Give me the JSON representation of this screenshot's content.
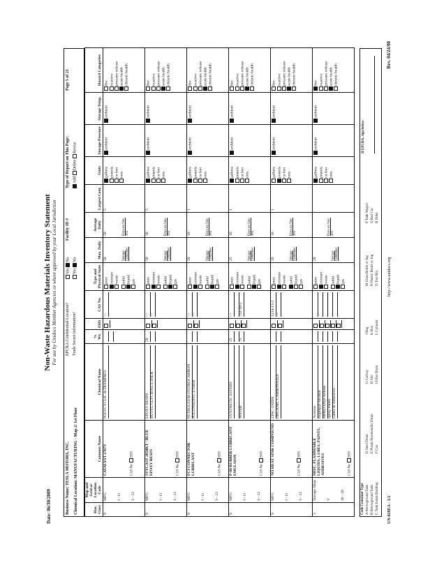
{
  "header": {
    "date": "Date: 06/30/2009",
    "title": "Non-Waste Hazardous Materials Inventory Statement",
    "subtitle": "For use by Unidocs Member Agencies or where approved by your Local Jurisdiction",
    "business_name": "Business Name: TESLA MOTORS, INC.",
    "chemical_location": "Chemical Location: MANUFACTURING - Map 2/ 1st Floor",
    "epcra_confidential": "EPCRA Confidential Location?",
    "trade_secret": "Trade Secret Information?",
    "yes": "Yes",
    "no": "No",
    "facility_id": "Facility ID #",
    "type_of_report": "Type of Report on This Page:",
    "add": "Add",
    "delete": "Delete",
    "revise": "Revise",
    "page": "Page 5 of 21"
  },
  "columns": {
    "c1": "Haz. Class",
    "c2": "Map and Grid or Location Code",
    "c3": "Common Name",
    "c4": "Hazardous Components (For mixtures only)",
    "c4a": "Chemical Name",
    "c4b": "% Wt.",
    "c4c": "EHS",
    "c4d": "CAS No.",
    "c5": "Type and Physical State",
    "c6": "Quantities",
    "c6a": "Max. Daily",
    "c6b": "Average Daily",
    "c6c": "Largest Cont.",
    "c7": "Units",
    "c8": "Storage Codes",
    "c8a": "Storage Pressure",
    "c8b": "Storage Temp.",
    "c9": "Hazard Categories"
  },
  "rows": [
    {
      "haz": "9",
      "map": "MFG",
      "grid": "J - O",
      "grid2": "3 - 12",
      "name": "CATALYST 2707V",
      "cas_label": "CAS No:",
      "components": [
        "POLYCYCLIC & DIAMINES"
      ],
      "pct": [
        "",
        ""
      ],
      "cas": [
        "---"
      ],
      "state": "liquid",
      "max": "50",
      "avg": "50",
      "largest": "5",
      "units": "gallons"
    },
    {
      "haz": "9",
      "map": "MFG",
      "grid": "J - O",
      "grid2": "3 - 12",
      "name": "STYCAST 2850KT - BLUE EPOXY RESIN",
      "cas_label": "CAS No:",
      "components": [
        "EPOXY RESIN",
        "BUTYL GLYCIDAL ETHER"
      ],
      "pct": [
        "20",
        ""
      ],
      "cas": [
        "---",
        "---"
      ],
      "state": "liquid",
      "max": "50",
      "avg": "30",
      "largest": "5",
      "units": "gallons"
    },
    {
      "haz": "9",
      "map": "MFG",
      "grid": "J - O",
      "grid2": "3 - 12",
      "name": "FCI CONNECTOR LUBRICANT",
      "cas_label": "CAS No:",
      "components": [
        "PETROLEUM HYDROCARBON",
        "POLYPHENYL ETHER"
      ],
      "pct": [
        "",
        ""
      ],
      "cas": [
        "---",
        "---"
      ],
      "state": "liquid",
      "max": "20",
      "avg": "10",
      "largest": "1",
      "units": "gallons"
    },
    {
      "haz": "9",
      "map": "MFG",
      "grid": "J - O",
      "grid2": "3 - 12",
      "name": "P-80 RUBBER LUBRICANT EMULSION",
      "cas_label": "CAS No:",
      "components": [
        "SYNTHETIC ESTERS",
        "",
        "WATER"
      ],
      "pct": [
        "25",
        "",
        "75"
      ],
      "cas": [
        "---",
        "",
        "732-18-5"
      ],
      "state": "liquid",
      "max": "25",
      "avg": "10",
      "largest": "1",
      "units": "gallons"
    },
    {
      "haz": "9",
      "map": "MFG",
      "grid": "J - O",
      "grid2": "3 - 12",
      "name": "NO HEAT SINK COMPOUND",
      "cas_label": "CAS No:",
      "components": [
        "ZINC OXIDE",
        "ORGANIC CARBONATES"
      ],
      "pct": [
        "",
        ""
      ],
      "cas": [
        "1314-13-2",
        "---"
      ],
      "state": "solid",
      "max": "20",
      "avg": "10",
      "largest": "1",
      "units": "pounds"
    },
    {
      "haz": "3",
      "map": "Storage Shop",
      "grid": "V",
      "grid2": "16 - 20",
      "name": "MISC. FLAMMABLE LIQUIDS, LUBES, PAINTS, ADHESIVES",
      "cas_label": "CAS No:",
      "components": [
        "Acetone",
        "Isopropyl Alcohol",
        "Methyl Ethyl Ketone",
        "Spray Paints",
        "Lubes & Adhesives"
      ],
      "pct": [
        "",
        "",
        "",
        "",
        ""
      ],
      "cas": [
        "",
        "",
        "",
        "",
        ""
      ],
      "state": "liquid",
      "max": "20",
      "avg": "",
      "largest": "",
      "units": "gallons"
    }
  ],
  "labels": {
    "pure": "pure",
    "mixture": "mixture",
    "waste": "waste",
    "solid": "solid",
    "liquid": "liquid",
    "gas": "gas",
    "ehs": "EHS",
    "ambient": "ambient",
    "gallons": "gallons",
    "pounds": "pounds",
    "cu_feet": "cu feet",
    "tons": "tons",
    "fire": "fire",
    "reactive": "reactive",
    "pressure_release": "pressure release",
    "acute": "acute health",
    "chronic": "chronic health",
    "days_on_site": "Days on Site:",
    "days": "365",
    "storage_container": "Storage Container:",
    "epcra_sign": "If EPCRA, sign below:"
  },
  "legend": {
    "l1": "Code  Container Type",
    "l2": "A  Aboveground Tank",
    "l3": "B  Belowground Tank",
    "l4": "C  Tank Inside Building",
    "l5": "D  Steel Drum",
    "l6": "E  Plastic/Nonmetallic Drum",
    "l7": "F  Can",
    "l8": "G  Carboy",
    "l9": "H  Silo",
    "l10": "I  Fiber Drum",
    "l11": "J  Bag",
    "l12": "K  Box",
    "l13": "L  Cylinder",
    "l14": "M  Glass Bottle or Jug",
    "l15": "N  Plastic Bottle or Jug",
    "l16": "O  Tote Bin",
    "l17": "P  Tank Wagon",
    "l18": "Q  Rail Car",
    "l19": "R  Other"
  },
  "footer": {
    "form": "UN-028EA - 1/2",
    "url": "http://www.unidocs.org",
    "rev": "Rev. 04/24/00"
  }
}
